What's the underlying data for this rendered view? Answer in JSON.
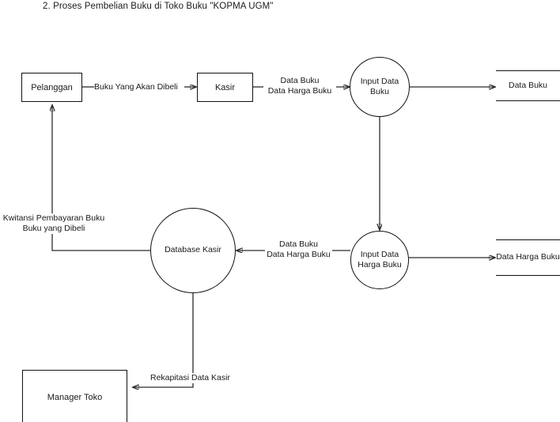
{
  "page": {
    "title": "2. Proses Pembelian Buku di Toko Buku \"KOPMA UGM\"",
    "background_color": "#ffffff",
    "line_color": "#2b2b2b",
    "text_color": "#1a1a1a"
  },
  "diagram": {
    "type": "data-flow-diagram",
    "external_entities": [
      {
        "id": "pelanggan",
        "label": "Pelanggan"
      },
      {
        "id": "kasir",
        "label": "Kasir"
      },
      {
        "id": "manager-toko",
        "label": "Manager Toko"
      }
    ],
    "processes": [
      {
        "id": "input-data-buku",
        "label": "Input Data Buku"
      },
      {
        "id": "database-kasir",
        "label": "Database Kasir"
      },
      {
        "id": "input-data-harga-buku",
        "label": "Input Data Harga Buku"
      }
    ],
    "data_stores": [
      {
        "id": "store-data-buku",
        "label": "Data Buku"
      },
      {
        "id": "store-data-harga-buku",
        "label": "Data Harga Buku"
      }
    ],
    "flows": [
      {
        "id": "flow-buku-dibeli",
        "from": "pelanggan",
        "to": "kasir",
        "label": "Buku Yang Akan Dibeli"
      },
      {
        "id": "flow-kasir-input-buku",
        "from": "kasir",
        "to": "input-data-buku",
        "label_line1": "Data Buku",
        "label_line2": "Data Harga Buku"
      },
      {
        "id": "flow-input-buku-store",
        "from": "input-data-buku",
        "to": "store-data-buku",
        "label": ""
      },
      {
        "id": "flow-input-buku-to-harga",
        "from": "input-data-buku",
        "to": "input-data-harga-buku",
        "label": ""
      },
      {
        "id": "flow-harga-store",
        "from": "input-data-harga-buku",
        "to": "store-data-harga-buku",
        "label": ""
      },
      {
        "id": "flow-harga-to-database",
        "from": "input-data-harga-buku",
        "to": "database-kasir",
        "label_line1": "Data Buku",
        "label_line2": "Data Harga Buku"
      },
      {
        "id": "flow-database-to-pelanggan",
        "from": "database-kasir",
        "to": "pelanggan",
        "label_line1": "Kwitansi Pembayaran Buku",
        "label_line2": "Buku yang Dibeli"
      },
      {
        "id": "flow-database-to-manager",
        "from": "database-kasir",
        "to": "manager-toko",
        "label": "Rekapitasi Data Kasir"
      }
    ]
  }
}
